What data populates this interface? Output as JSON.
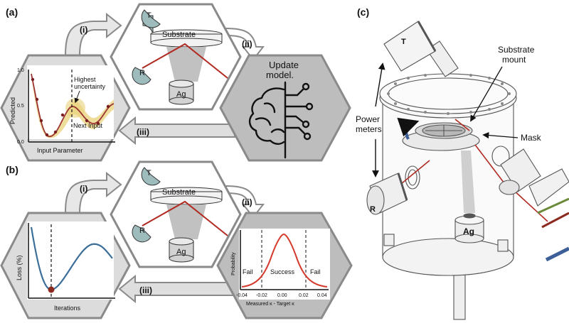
{
  "panels": {
    "a": "(a)",
    "b": "(b)",
    "c": "(c)"
  },
  "steps": {
    "i": "(i)",
    "ii": "(ii)",
    "iii": "(iii)"
  },
  "setup": {
    "top_sensor": "T",
    "bottom_sensor": "R",
    "substrate": "Substrate",
    "source": "Ag"
  },
  "update": {
    "line1": "Update",
    "line2": "model."
  },
  "colors": {
    "hex": "#bdbdbd",
    "hex_stroke": "#8a8a8a",
    "sensor": "#9fbcbc",
    "laser": "#b02a22",
    "curve_a": "#9b3434",
    "band": "#e9d27a",
    "curve_b": "#3b6e99",
    "gauss": "#d53a2c"
  },
  "chart_a": {
    "ylabel": "Predicted",
    "xlabel": "Input Parameter",
    "yticks": [
      "0.0",
      "0.5",
      "1.0"
    ],
    "annotation1": "Highest",
    "annotation2": "uncertainty",
    "next": "Next Input"
  },
  "chart_b": {
    "ylabel": "Loss (%)",
    "xlabel": "Iterations"
  },
  "chart_gauss": {
    "ylabel": "Probability",
    "xlabel": "Measured κ - Target κ",
    "xticks": [
      "-0.04",
      "-0.02",
      "0.00",
      "0.02",
      "0.04"
    ],
    "fail_left": "Fail",
    "success": "Success",
    "fail_right": "Fail"
  },
  "chamber": {
    "T": "T",
    "R": "R",
    "Ag": "Ag",
    "substrate1": "Substrate",
    "substrate2": "mount",
    "mask": "Mask",
    "power1": "Power",
    "power2": "meters"
  }
}
